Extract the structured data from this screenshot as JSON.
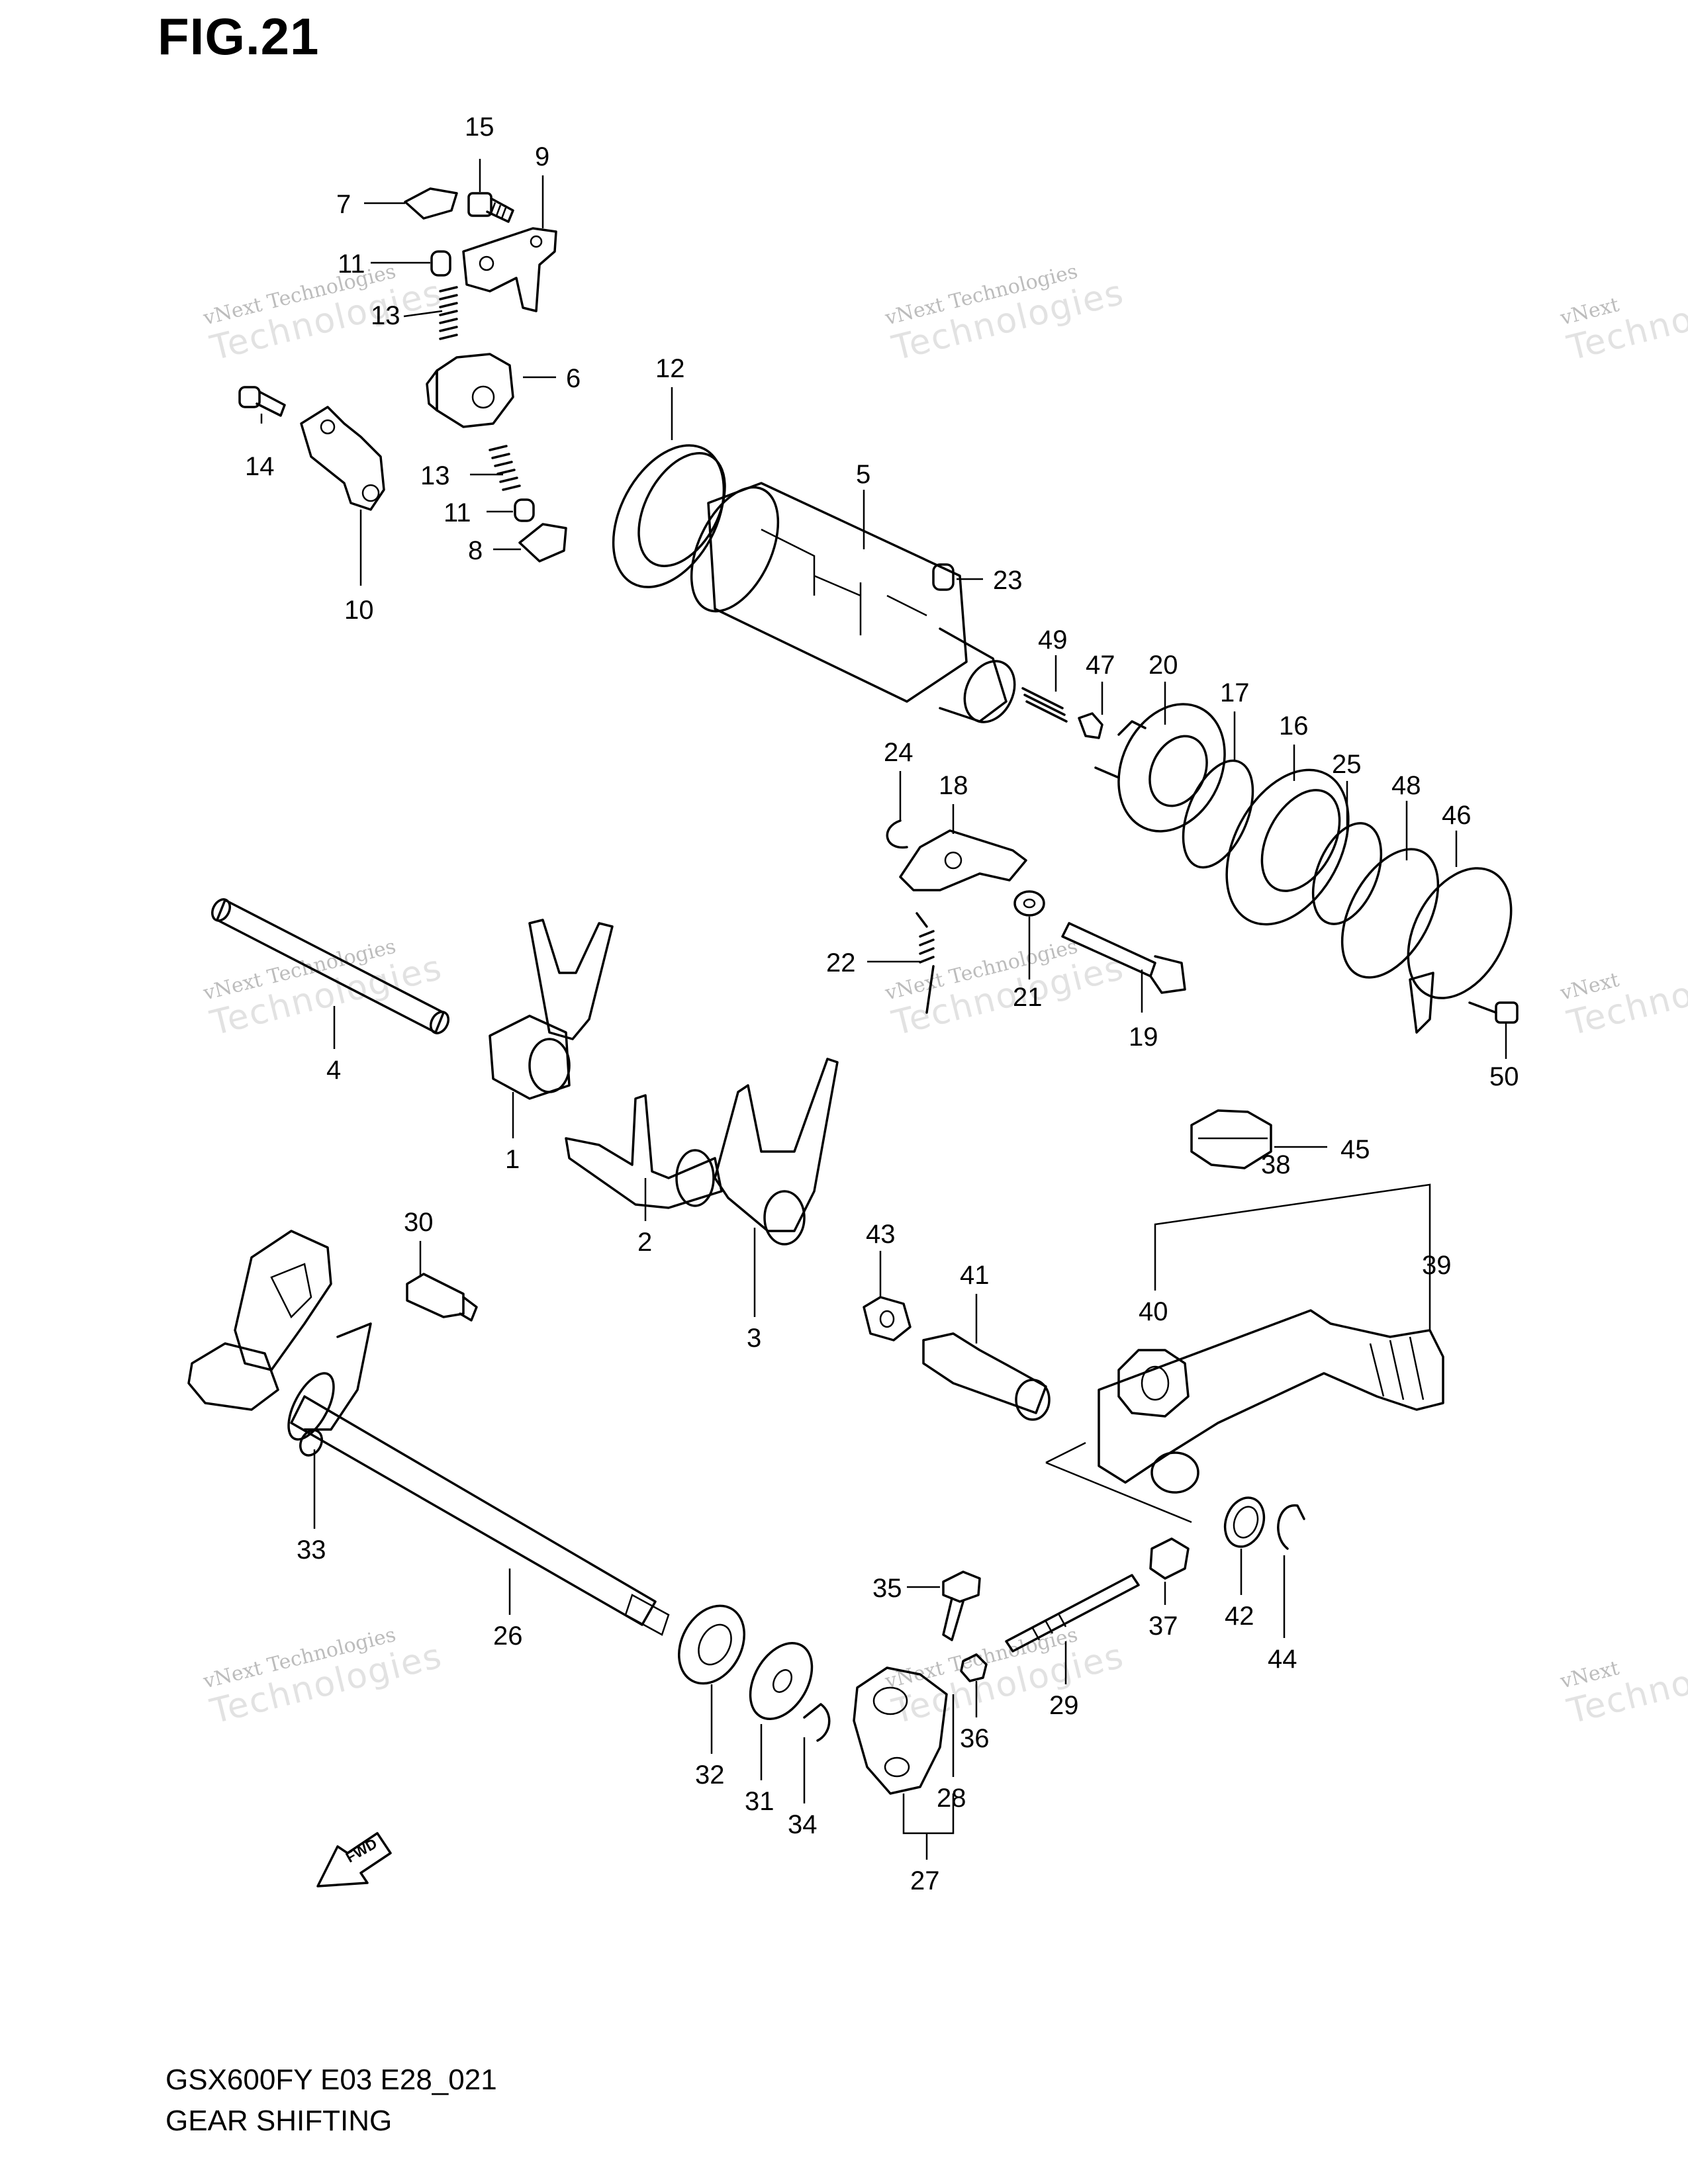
{
  "figure": {
    "title": "FIG.21",
    "model": "GSX600FY E03 E28_021",
    "name": "GEAR SHIFTING",
    "fwd_label": "FWD"
  },
  "watermark": {
    "line1": "vNext Technologies",
    "line2": "vNext",
    "line3": "Technologies"
  },
  "callouts": [
    {
      "id": "15",
      "label": "15"
    },
    {
      "id": "9",
      "label": "9"
    },
    {
      "id": "7",
      "label": "7"
    },
    {
      "id": "11a",
      "label": "11"
    },
    {
      "id": "13a",
      "label": "13"
    },
    {
      "id": "6",
      "label": "6"
    },
    {
      "id": "14",
      "label": "14"
    },
    {
      "id": "13b",
      "label": "13"
    },
    {
      "id": "11b",
      "label": "11"
    },
    {
      "id": "8",
      "label": "8"
    },
    {
      "id": "10",
      "label": "10"
    },
    {
      "id": "12",
      "label": "12"
    },
    {
      "id": "5",
      "label": "5"
    },
    {
      "id": "23",
      "label": "23"
    },
    {
      "id": "49",
      "label": "49"
    },
    {
      "id": "47",
      "label": "47"
    },
    {
      "id": "20",
      "label": "20"
    },
    {
      "id": "17",
      "label": "17"
    },
    {
      "id": "16",
      "label": "16"
    },
    {
      "id": "25",
      "label": "25"
    },
    {
      "id": "48",
      "label": "48"
    },
    {
      "id": "46",
      "label": "46"
    },
    {
      "id": "24",
      "label": "24"
    },
    {
      "id": "18",
      "label": "18"
    },
    {
      "id": "22",
      "label": "22"
    },
    {
      "id": "21",
      "label": "21"
    },
    {
      "id": "19",
      "label": "19"
    },
    {
      "id": "50",
      "label": "50"
    },
    {
      "id": "4",
      "label": "4"
    },
    {
      "id": "1",
      "label": "1"
    },
    {
      "id": "2",
      "label": "2"
    },
    {
      "id": "3",
      "label": "3"
    },
    {
      "id": "45",
      "label": "45"
    },
    {
      "id": "38",
      "label": "38"
    },
    {
      "id": "39",
      "label": "39"
    },
    {
      "id": "40",
      "label": "40"
    },
    {
      "id": "30",
      "label": "30"
    },
    {
      "id": "43",
      "label": "43"
    },
    {
      "id": "41",
      "label": "41"
    },
    {
      "id": "33",
      "label": "33"
    },
    {
      "id": "26",
      "label": "26"
    },
    {
      "id": "35",
      "label": "35"
    },
    {
      "id": "37",
      "label": "37"
    },
    {
      "id": "42",
      "label": "42"
    },
    {
      "id": "44",
      "label": "44"
    },
    {
      "id": "29",
      "label": "29"
    },
    {
      "id": "36",
      "label": "36"
    },
    {
      "id": "28",
      "label": "28"
    },
    {
      "id": "32",
      "label": "32"
    },
    {
      "id": "31",
      "label": "31"
    },
    {
      "id": "34",
      "label": "34"
    },
    {
      "id": "27",
      "label": "27"
    }
  ]
}
